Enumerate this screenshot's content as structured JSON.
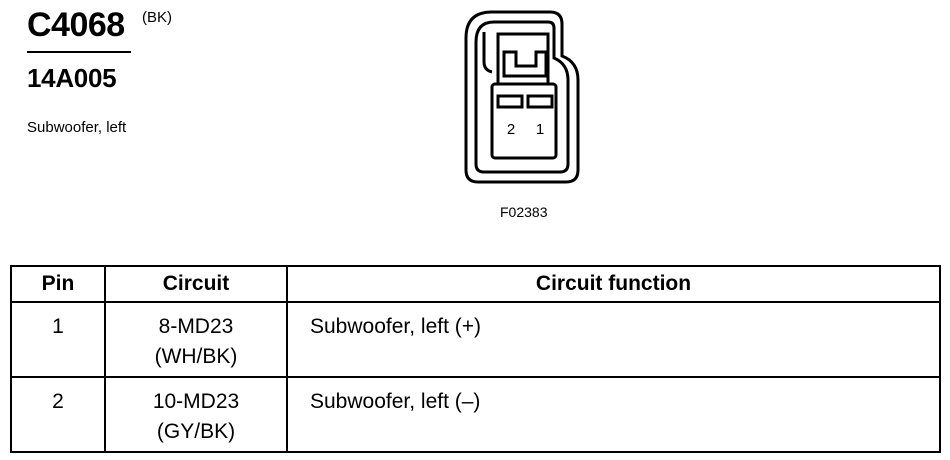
{
  "header": {
    "connector_id": "C4068",
    "connector_color": "(BK)",
    "part_number": "14A005",
    "component_name": "Subwoofer, left"
  },
  "connector_view": {
    "pin_labels": [
      "2",
      "1"
    ],
    "figure_id": "F02383"
  },
  "pin_table": {
    "columns": [
      "Pin",
      "Circuit",
      "Circuit function"
    ],
    "rows": [
      {
        "pin": "1",
        "circuit": "8-MD23",
        "wire_color": "(WH/BK)",
        "function": "Subwoofer, left (+)"
      },
      {
        "pin": "2",
        "circuit": "10-MD23",
        "wire_color": "(GY/BK)",
        "function": "Subwoofer, left (–)"
      }
    ]
  }
}
